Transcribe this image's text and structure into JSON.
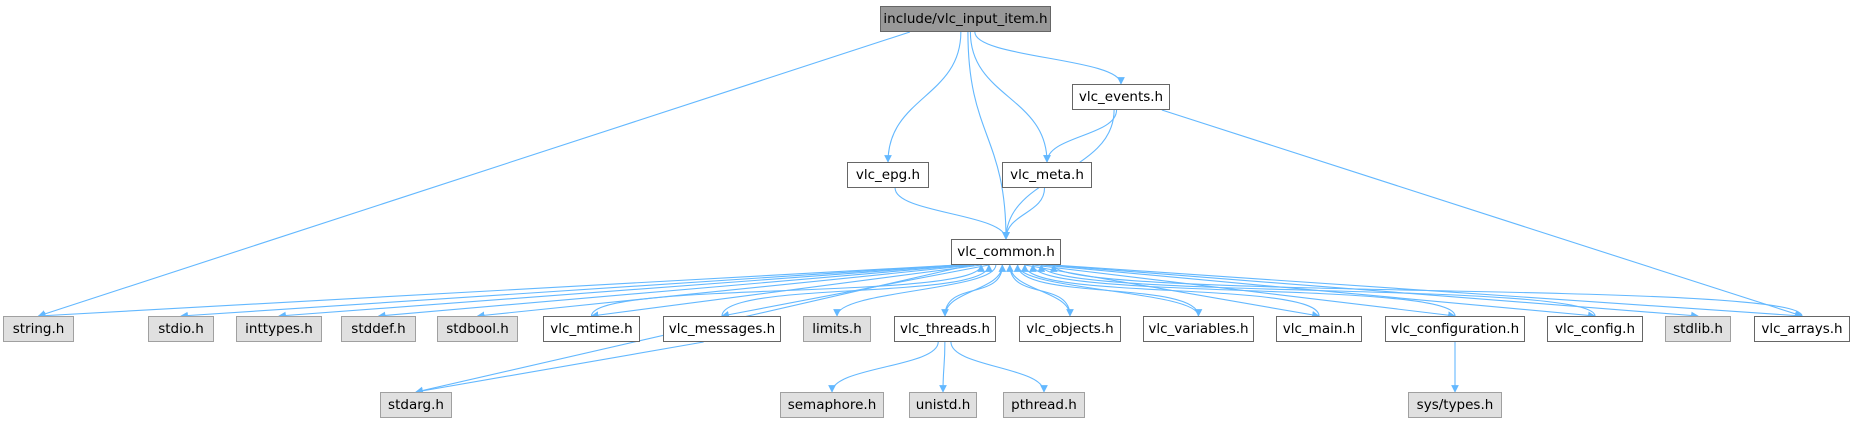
{
  "diagram": {
    "edge_color": "#63b8ff",
    "nodes": [
      {
        "id": "root",
        "label": "include/vlc_input_item.h",
        "kind": "root"
      },
      {
        "id": "vlc_events",
        "label": "vlc_events.h",
        "kind": "local"
      },
      {
        "id": "vlc_epg",
        "label": "vlc_epg.h",
        "kind": "local"
      },
      {
        "id": "vlc_meta",
        "label": "vlc_meta.h",
        "kind": "local"
      },
      {
        "id": "vlc_common",
        "label": "vlc_common.h",
        "kind": "local"
      },
      {
        "id": "string",
        "label": "string.h",
        "kind": "system"
      },
      {
        "id": "stdio",
        "label": "stdio.h",
        "kind": "system"
      },
      {
        "id": "inttypes",
        "label": "inttypes.h",
        "kind": "system"
      },
      {
        "id": "stddef",
        "label": "stddef.h",
        "kind": "system"
      },
      {
        "id": "stdbool",
        "label": "stdbool.h",
        "kind": "system"
      },
      {
        "id": "vlc_mtime",
        "label": "vlc_mtime.h",
        "kind": "local"
      },
      {
        "id": "vlc_messages",
        "label": "vlc_messages.h",
        "kind": "local"
      },
      {
        "id": "limits",
        "label": "limits.h",
        "kind": "system"
      },
      {
        "id": "vlc_threads",
        "label": "vlc_threads.h",
        "kind": "local"
      },
      {
        "id": "vlc_objects",
        "label": "vlc_objects.h",
        "kind": "local"
      },
      {
        "id": "vlc_variables",
        "label": "vlc_variables.h",
        "kind": "local"
      },
      {
        "id": "vlc_main",
        "label": "vlc_main.h",
        "kind": "local"
      },
      {
        "id": "vlc_configuration",
        "label": "vlc_configuration.h",
        "kind": "local"
      },
      {
        "id": "vlc_config",
        "label": "vlc_config.h",
        "kind": "local"
      },
      {
        "id": "stdlib",
        "label": "stdlib.h",
        "kind": "system"
      },
      {
        "id": "vlc_arrays",
        "label": "vlc_arrays.h",
        "kind": "local"
      },
      {
        "id": "stdarg",
        "label": "stdarg.h",
        "kind": "system"
      },
      {
        "id": "semaphore",
        "label": "semaphore.h",
        "kind": "system"
      },
      {
        "id": "unistd",
        "label": "unistd.h",
        "kind": "system"
      },
      {
        "id": "pthread",
        "label": "pthread.h",
        "kind": "system"
      },
      {
        "id": "sys_types",
        "label": "sys/types.h",
        "kind": "system"
      }
    ],
    "edges": [
      [
        "root",
        "string"
      ],
      [
        "root",
        "vlc_epg"
      ],
      [
        "root",
        "vlc_common"
      ],
      [
        "root",
        "vlc_meta"
      ],
      [
        "root",
        "vlc_events"
      ],
      [
        "vlc_events",
        "vlc_meta"
      ],
      [
        "vlc_events",
        "vlc_common"
      ],
      [
        "vlc_events",
        "vlc_arrays"
      ],
      [
        "vlc_epg",
        "vlc_common"
      ],
      [
        "vlc_meta",
        "vlc_common"
      ],
      [
        "vlc_common",
        "string"
      ],
      [
        "vlc_common",
        "stdio"
      ],
      [
        "vlc_common",
        "inttypes"
      ],
      [
        "vlc_common",
        "stddef"
      ],
      [
        "vlc_common",
        "stdbool"
      ],
      [
        "vlc_common",
        "vlc_mtime"
      ],
      [
        "vlc_common",
        "vlc_messages"
      ],
      [
        "vlc_common",
        "limits"
      ],
      [
        "vlc_common",
        "vlc_threads"
      ],
      [
        "vlc_common",
        "vlc_objects"
      ],
      [
        "vlc_common",
        "vlc_variables"
      ],
      [
        "vlc_common",
        "vlc_main"
      ],
      [
        "vlc_common",
        "vlc_configuration"
      ],
      [
        "vlc_common",
        "vlc_config"
      ],
      [
        "vlc_common",
        "stdlib"
      ],
      [
        "vlc_common",
        "vlc_arrays"
      ],
      [
        "vlc_common",
        "stdarg"
      ],
      [
        "vlc_mtime",
        "vlc_common"
      ],
      [
        "vlc_messages",
        "vlc_common"
      ],
      [
        "vlc_threads",
        "vlc_common"
      ],
      [
        "vlc_objects",
        "vlc_common"
      ],
      [
        "vlc_variables",
        "vlc_common"
      ],
      [
        "vlc_main",
        "vlc_common"
      ],
      [
        "vlc_configuration",
        "vlc_common"
      ],
      [
        "vlc_config",
        "vlc_common"
      ],
      [
        "vlc_arrays",
        "vlc_common"
      ],
      [
        "vlc_messages",
        "stdarg"
      ],
      [
        "vlc_threads",
        "semaphore"
      ],
      [
        "vlc_threads",
        "unistd"
      ],
      [
        "vlc_threads",
        "pthread"
      ],
      [
        "vlc_configuration",
        "sys_types"
      ]
    ]
  }
}
